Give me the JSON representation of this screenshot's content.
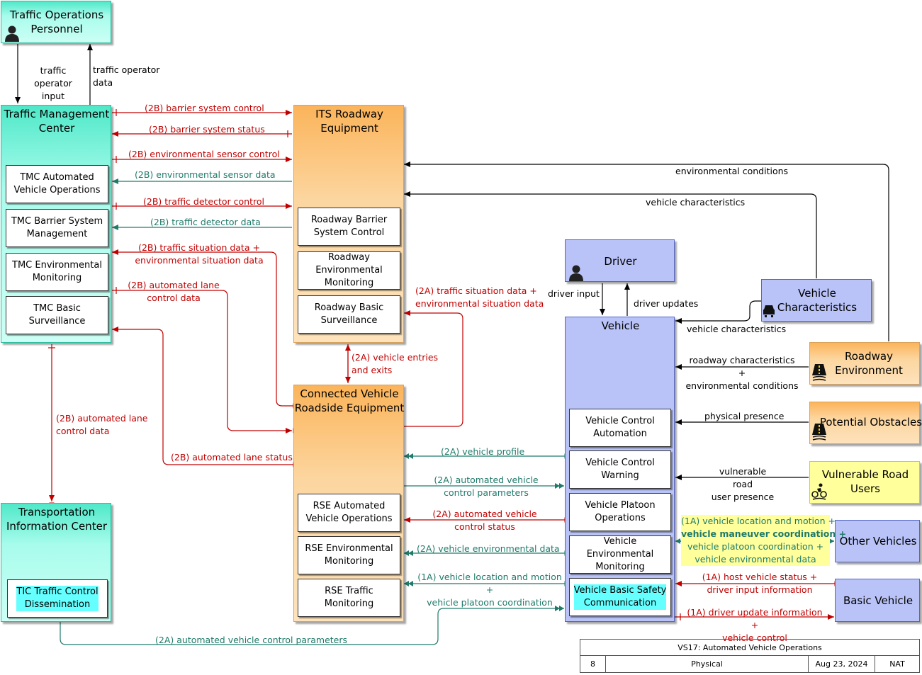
{
  "nodes": {
    "tops": "Traffic Operations\nPersonnel",
    "tmc": "Traffic Management\nCenter",
    "tmc_automated": "TMC Automated\nVehicle Operations",
    "tmc_barrier": "TMC Barrier System\nManagement",
    "tmc_env": "TMC Environmental\nMonitoring",
    "tmc_basic": "TMC Basic\nSurveillance",
    "its": "ITS Roadway\nEquipment",
    "rbsc": "Roadway Barrier\nSystem Control",
    "rem": "Roadway\nEnvironmental\nMonitoring",
    "rbs": "Roadway Basic\nSurveillance",
    "cvre": "Connected Vehicle\nRoadside Equipment",
    "rse_auto": "RSE Automated\nVehicle Operations",
    "rse_env": "RSE Environmental\nMonitoring",
    "rse_traffic": "RSE Traffic Monitoring",
    "tic": "Transportation\nInformation Center",
    "tic_inner": "TIC Traffic Control\nDissemination",
    "driver": "Driver",
    "vehicle": "Vehicle",
    "vca": "Vehicle Control\nAutomation",
    "vcw": "Vehicle Control\nWarning",
    "vpo": "Vehicle Platoon\nOperations",
    "vem": "Vehicle\nEnvironmental\nMonitoring",
    "vbsc": "Vehicle Basic Safety\nCommunication",
    "vchar": "Vehicle\nCharacteristics",
    "renv": "Roadway\nEnvironment",
    "pobs": "Potential Obstacles",
    "vru": "Vulnerable Road\nUsers",
    "ov": "Other Vehicles",
    "bv": "Basic Vehicle"
  },
  "flows": {
    "top_input": "traffic operator\ninput",
    "top_data": "traffic operator\ndata",
    "barrier_control": "(2B) barrier system control",
    "barrier_status": "(2B) barrier system status",
    "env_sensor_control": "(2B) environmental sensor control",
    "env_sensor_data": "(2B) environmental sensor data",
    "td_control": "(2B) traffic detector control",
    "td_data": "(2B) traffic detector data",
    "tsd_2b": "(2B) traffic situation data +\nenvironmental situation data",
    "alcd_2b": "(2B) automated lane\ncontrol data",
    "alcd_2b_tic": "(2B) automated lane\ncontrol data",
    "als_2b": "(2B) automated lane status",
    "tsd_2a": "(2A) traffic situation data +\nenvironmental situation data",
    "entries": "(2A) vehicle entries\nand exits",
    "vprofile": "(2A) vehicle profile",
    "avcp": "(2A) automated vehicle\ncontrol parameters",
    "avcs": "(2A) automated vehicle\ncontrol status",
    "ved": "(2A) vehicle environmental data",
    "vlm": "(1A) vehicle location and motion +\nvehicle platoon coordination",
    "avcp_tic": "(2A) automated vehicle control parameters",
    "env_cond": "environmental conditions",
    "veh_char": "vehicle characteristics",
    "veh_char2": "vehicle characteristics",
    "driver_input": "driver input",
    "driver_updates": "driver updates",
    "rc_env": "roadway characteristics +\nenvironmental conditions",
    "phys": "physical presence",
    "vru_pres": "vulnerable road\nuser presence",
    "ov_1": "(1A) vehicle location and motion +",
    "ov_2": "vehicle maneuver coordination +",
    "ov_3": "vehicle platoon coordination +",
    "ov_4": "vehicle environmental data",
    "hvs": "(1A) host vehicle status +\ndriver input information",
    "dui": "(1A) driver update information +\nvehicle control"
  },
  "footer": {
    "title": "VS17: Automated Vehicle Operations",
    "page": "8",
    "view": "Physical",
    "date": "Aug 23, 2024",
    "org": "NAT"
  },
  "colors": {
    "red": "#c00000",
    "green": "#1f7a6a",
    "teal": "#a8fcec",
    "orange": "#fcd6a0",
    "blue": "#b9c3f7",
    "yellow": "#ffff9c"
  }
}
